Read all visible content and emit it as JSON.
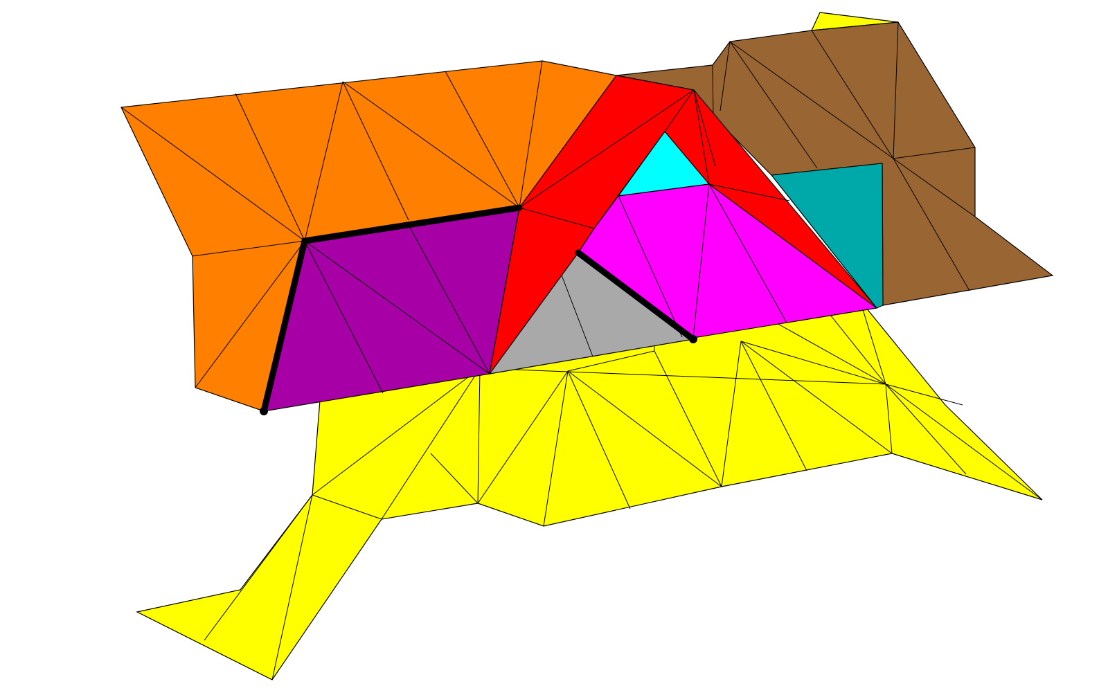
{
  "colors": {
    "orange": "#FF7F00",
    "purple": "#A700A7",
    "red": "#FF0000",
    "cyan": "#00FFFF",
    "magenta": "#FF00FF",
    "gray": "#A9A9A9",
    "brown": "#996633",
    "teal": "#00A9A9",
    "yellow": "#FFFF00",
    "edge": "#000000",
    "path": "#000000"
  },
  "regions": [
    {
      "name": "yellow-region",
      "color": "yellow"
    },
    {
      "name": "brown-region",
      "color": "brown"
    },
    {
      "name": "orange-region",
      "color": "orange"
    },
    {
      "name": "teal-region",
      "color": "teal"
    },
    {
      "name": "purple-region",
      "color": "purple"
    },
    {
      "name": "cyan-region",
      "color": "cyan"
    },
    {
      "name": "gray-region",
      "color": "gray"
    },
    {
      "name": "magenta-region",
      "color": "magenta"
    },
    {
      "name": "red-region",
      "color": "red"
    }
  ]
}
